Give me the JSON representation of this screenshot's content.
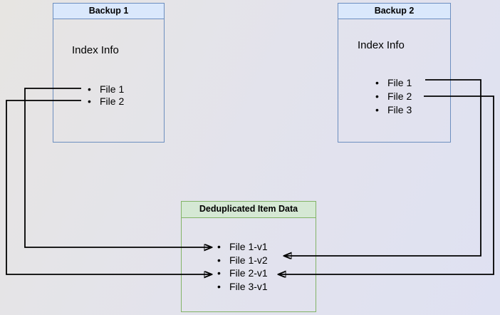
{
  "diagram": {
    "backup1": {
      "title": "Backup 1",
      "index_label": "Index Info",
      "files": [
        "File 1",
        "File 2"
      ]
    },
    "backup2": {
      "title": "Backup 2",
      "index_label": "Index Info",
      "files": [
        "File 1",
        "File 2",
        "File 3"
      ]
    },
    "dedup": {
      "title": "Deduplicated Item Data",
      "items": [
        "File 1-v1",
        "File 1-v2",
        "File 2-v1",
        "File 3-v1"
      ]
    },
    "connections": [
      {
        "from": "Backup 1 / File 1",
        "to": "File 1-v1"
      },
      {
        "from": "Backup 1 / File 2",
        "to": "File 2-v1"
      },
      {
        "from": "Backup 2 / File 1",
        "to": "File 1-v2"
      },
      {
        "from": "Backup 2 / File 2",
        "to": "File 2-v1"
      }
    ],
    "colors": {
      "backup_border": "#6c8ebf",
      "backup_title_fill": "#dae8fc",
      "dedup_border": "#82b366",
      "dedup_title_fill": "#d5e8d4",
      "arrow": "#000000",
      "bg_left": "#e7e5e2",
      "bg_right": "#dfe1f2"
    }
  }
}
